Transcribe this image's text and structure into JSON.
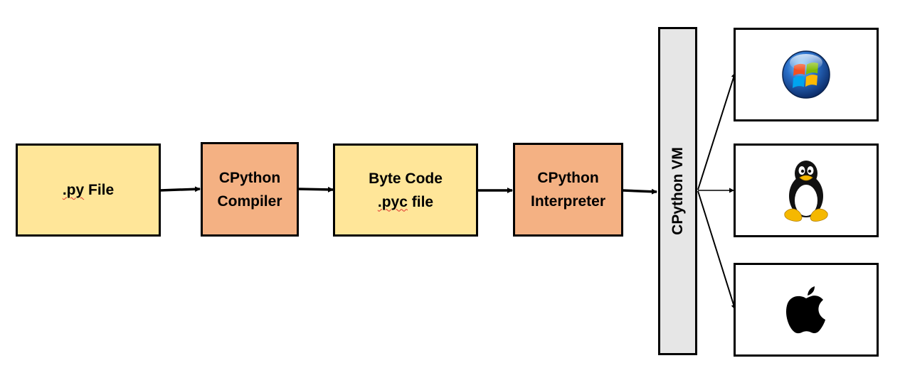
{
  "stages": {
    "py_file": {
      "prefix": ".py",
      "suffix": " File"
    },
    "compiler": {
      "line1": "CPython",
      "line2": "Compiler"
    },
    "byte_code": {
      "line1": "Byte Code",
      "line2_prefix": ".pyc",
      "line2_suffix": " file"
    },
    "interpreter": {
      "line1": "CPython",
      "line2": "Interpreter"
    }
  },
  "vm": {
    "label": "CPython VM"
  },
  "platforms": [
    {
      "icon": "windows-logo-icon"
    },
    {
      "icon": "linux-tux-icon"
    },
    {
      "icon": "apple-logo-icon"
    }
  ],
  "colors": {
    "source_box": "#ffe699",
    "process_box": "#f4b183",
    "vm_bar": "#e6e6e6",
    "spellcheck_underline": "#e0312b"
  }
}
